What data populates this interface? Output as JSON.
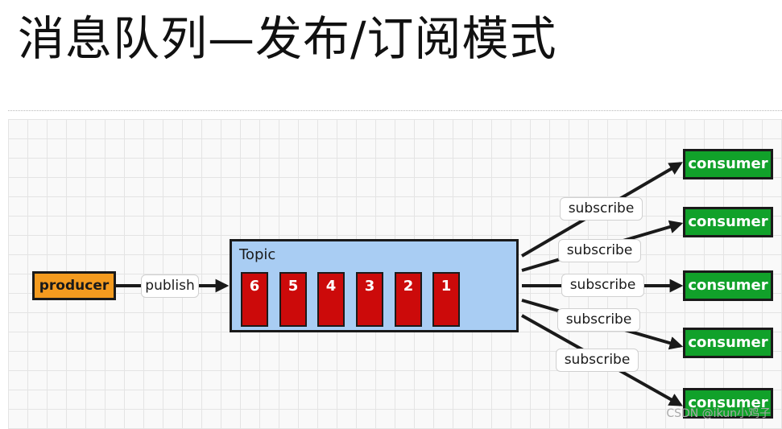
{
  "title": "消息队列—发布/订阅模式",
  "subtitle": "",
  "producer": {
    "label": "producer"
  },
  "publish": {
    "label": "publish"
  },
  "topic": {
    "label": "Topic",
    "messages": [
      "6",
      "5",
      "4",
      "3",
      "2",
      "1"
    ]
  },
  "subscriptions": [
    {
      "edge_label": "subscribe",
      "consumer": "consumer"
    },
    {
      "edge_label": "subscribe",
      "consumer": "consumer"
    },
    {
      "edge_label": "subscribe",
      "consumer": "consumer"
    },
    {
      "edge_label": "subscribe",
      "consumer": "consumer"
    },
    {
      "edge_label": "subscribe",
      "consumer": "consumer"
    }
  ],
  "watermark": "CSDN @ikun小鸡子",
  "colors": {
    "producer": "#f49b1f",
    "topic": "#a9cdf3",
    "message": "#cc0a0a",
    "consumer": "#11a12a",
    "stroke": "#1a1a1a"
  }
}
